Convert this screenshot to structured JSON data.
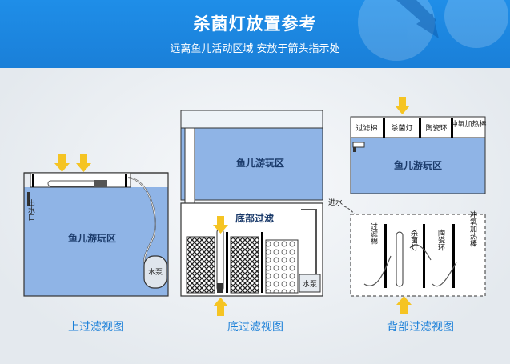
{
  "header": {
    "title": "杀菌灯放置参考",
    "subtitle": "远离鱼儿活动区域 安放于箭头指示处"
  },
  "panels": {
    "top": {
      "caption": "上过滤视图",
      "zone": "鱼儿游玩区",
      "outlet": "出水口",
      "pump": "水泵"
    },
    "bottom": {
      "caption": "底过滤视图",
      "zone": "鱼儿游玩区",
      "sump": "底部过滤",
      "pump": "水泵"
    },
    "back": {
      "caption": "背部过滤视图",
      "zone": "鱼儿游玩区",
      "top_labels": [
        "过滤棉",
        "杀菌灯",
        "陶瓷环",
        "冲氧加热棒"
      ],
      "inlet": "进水",
      "bottom_labels": [
        "过滤棉",
        "杀菌灯",
        "陶瓷环",
        "冲氧加热棒"
      ]
    }
  },
  "colors": {
    "header_blue": "#1a7fd8",
    "water_blue": "#8fb4e6",
    "arrow_yellow": "#f5c423",
    "caption_blue": "#1a7fd8"
  }
}
